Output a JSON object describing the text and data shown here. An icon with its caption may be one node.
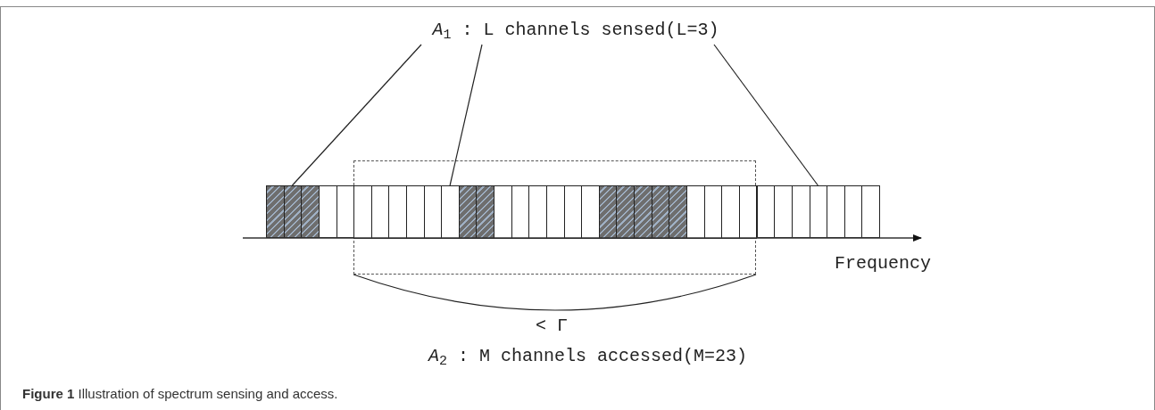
{
  "diagram": {
    "caption": "**Figure 1** Illustration of spectrum sensing and access.",
    "nodes": [
      {
        "text": [
          "*A*$_{1}$ : L channels sensed(L=3)"
        ]
      },
      {
        "text": [],
        "shape": "box"
      },
      {
        "text": [],
        "shape": "box"
      },
      {
        "text": [],
        "shape": "box"
      },
      {
        "text": [],
        "shape": "box"
      },
      {
        "text": [],
        "shape": "box"
      },
      {
        "text": [],
        "shape": "box"
      },
      {
        "text": [],
        "shape": "box",
        "in": 1
      },
      {
        "text": [],
        "shape": "box",
        "in": 1
      },
      {
        "text": [],
        "shape": "box",
        "in": 1
      },
      {
        "text": [],
        "shape": "box",
        "in": 1
      },
      {
        "text": [],
        "shape": "box",
        "in": 1
      },
      {
        "text": [],
        "shape": "box",
        "in": 1
      },
      {
        "text": [],
        "shape": "box",
        "in": 1
      },
      {
        "text": [],
        "shape": "box",
        "in": 1
      },
      {
        "text": [],
        "shape": "box",
        "in": 1
      },
      {
        "text": [],
        "shape": "box",
        "in": 1
      },
      {
        "text": [],
        "shape": "box",
        "in": 1
      },
      {
        "text": [],
        "shape": "box",
        "in": 1
      },
      {
        "text": [],
        "shape": "box",
        "in": 1
      },
      {
        "text": [],
        "shape": "box",
        "in": 1
      },
      {
        "text": [],
        "shape": "box",
        "in": 1
      },
      {
        "text": [],
        "shape": "box",
        "in": 1
      },
      {
        "text": [],
        "shape": "box",
        "in": 1
      },
      {
        "text": [],
        "shape": "box",
        "in": 1
      },
      {
        "text": [],
        "shape": "box",
        "in": 1
      },
      {
        "text": [],
        "shape": "box",
        "in": 1
      },
      {
        "text": [],
        "shape": "box",
        "in": 1
      },
      {
        "text": [],
        "shape": "box",
        "in": 1
      },
      {
        "text": [],
        "shape": "box",
        "in": 1
      },
      {
        "text": [],
        "shape": "box"
      },
      {
        "text": [],
        "shape": "box"
      },
      {
        "text": [],
        "shape": "box"
      },
      {
        "text": [],
        "shape": "box"
      },
      {
        "text": [],
        "shape": "box"
      },
      {
        "text": [],
        "shape": "box"
      },
      {
        "text": [],
        "shape": "box"
      }
    ],
    "edges": [
      {
        "from": 0,
        "to": 3,
        "arrow": "none"
      },
      {
        "from": 0,
        "to": 12,
        "arrow": "none"
      },
      {
        "from": 0,
        "to": 33,
        "arrow": "none"
      }
    ],
    "labels": [
      "Frequency",
      "< Γ",
      "*A*$_{2}$ : M channels accessed(M=23)"
    ]
  }
}
